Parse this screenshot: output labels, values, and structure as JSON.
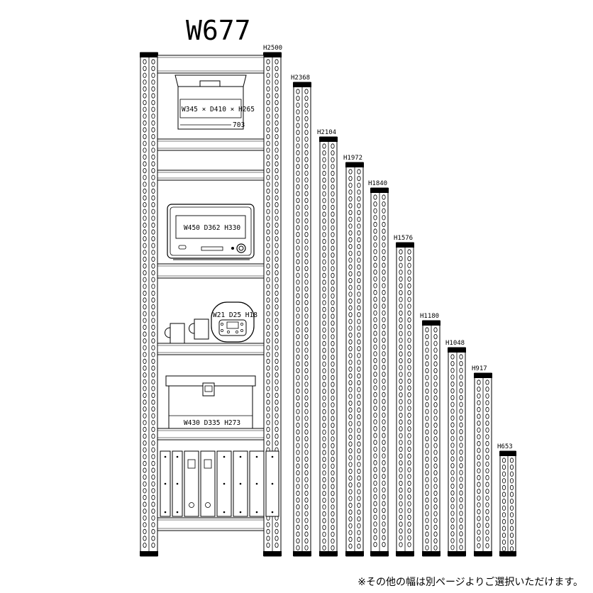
{
  "title": "W677",
  "shelf_heights": [
    "H2500",
    "H2368",
    "H2104",
    "H1972",
    "H1840",
    "H1576",
    "H1180",
    "H1048",
    "H917",
    "H653"
  ],
  "items": {
    "storage_box": {
      "label": "W345 × D410 × H265",
      "code": "703"
    },
    "microwave": {
      "label": "W450  D362  H330"
    },
    "timer": {
      "label": "W21  D25  H18"
    },
    "toolbox": {
      "label": "W430  D335  H273"
    }
  },
  "note": "※その他の幅は別ページよりご選択いただけます。",
  "colors": {
    "line": "#000000",
    "cap": "#000000",
    "background": "#ffffff"
  }
}
